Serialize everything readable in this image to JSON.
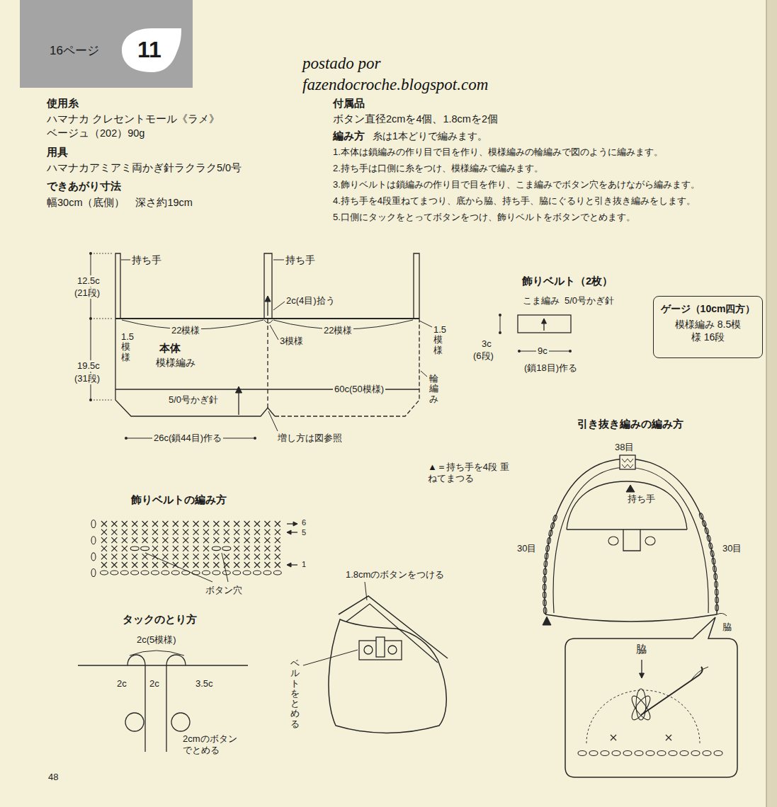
{
  "diagram": {
    "nodes": [
      {
        "text": [
          "16ページ"
        ]
      },
      {
        "text": [
          "11"
        ],
        "in": 0
      },
      {
        "text": [
          "本体",
          "模様編み"
        ]
      },
      {
        "text": [
          "ゲージ（10cm四方）",
          "模様編み 8.5模様 16段"
        ]
      },
      {
        "text": [
          "脇"
        ]
      }
    ],
    "labels": [
      "postado por",
      "fazendocroche.blogspot.com",
      "使用糸",
      "ハマナカ クレセントモール《ラメ》",
      "ベージュ（202）90g",
      "用具",
      "ハマナカアミアミ両かぎ針ラクラク5/0号",
      "できあがり寸法",
      "幅30cm（底側）　深さ約19cm",
      "付属品",
      "ボタン直径2cmを4個、1.8cmを2個",
      "編み方",
      "糸は1本どりで編みます。",
      "1.本体は鎖編みの作り目で目を作り、模様編みの輪編みで図のように編みます。",
      "2.持ち手は口側に糸をつけ、模様編みで編みます。",
      "3.飾りベルトは鎖編みの作り目で目を作り、こま編みでボタン穴をあけながら編みます。",
      "4.持ち手を4段重ねてまつり、底から脇、持ち手、脇にぐるりと引き抜き編みをします。",
      "5.口側にタックをとってボタンをつけ、飾りベルトをボタンでとめます。",
      "持ち手",
      "持ち手",
      "12.5c",
      "(21段)",
      "2c(4目)拾う",
      "22模様",
      "22模様",
      "1.5模様",
      "1.5模様",
      "3模様",
      "19.5c",
      "(31段)",
      "60c(50模様)",
      "輪編み",
      "5/0号かぎ針",
      "26c(鎖44目)作る",
      "増し方は図参照",
      "飾りベルト（2枚）",
      "こま編み",
      "5/0号かぎ針",
      "3c",
      "(6段)",
      "9c",
      "(鎖18目)作る",
      "飾りベルトの編み方",
      "6",
      "5",
      "1",
      "ボタン穴",
      "タックのとり方",
      "2c(5模様)",
      "2c",
      "2c",
      "3.5c",
      "2cmのボタン でとめる",
      "1.8cmのボタンをつける",
      "ベルトをとめる",
      "▲＝持ち手を4段 重ねてまつる",
      "引き抜き編みの編み方",
      "38目",
      "持ち手",
      "30目",
      "30目",
      "脇",
      "48"
    ]
  }
}
